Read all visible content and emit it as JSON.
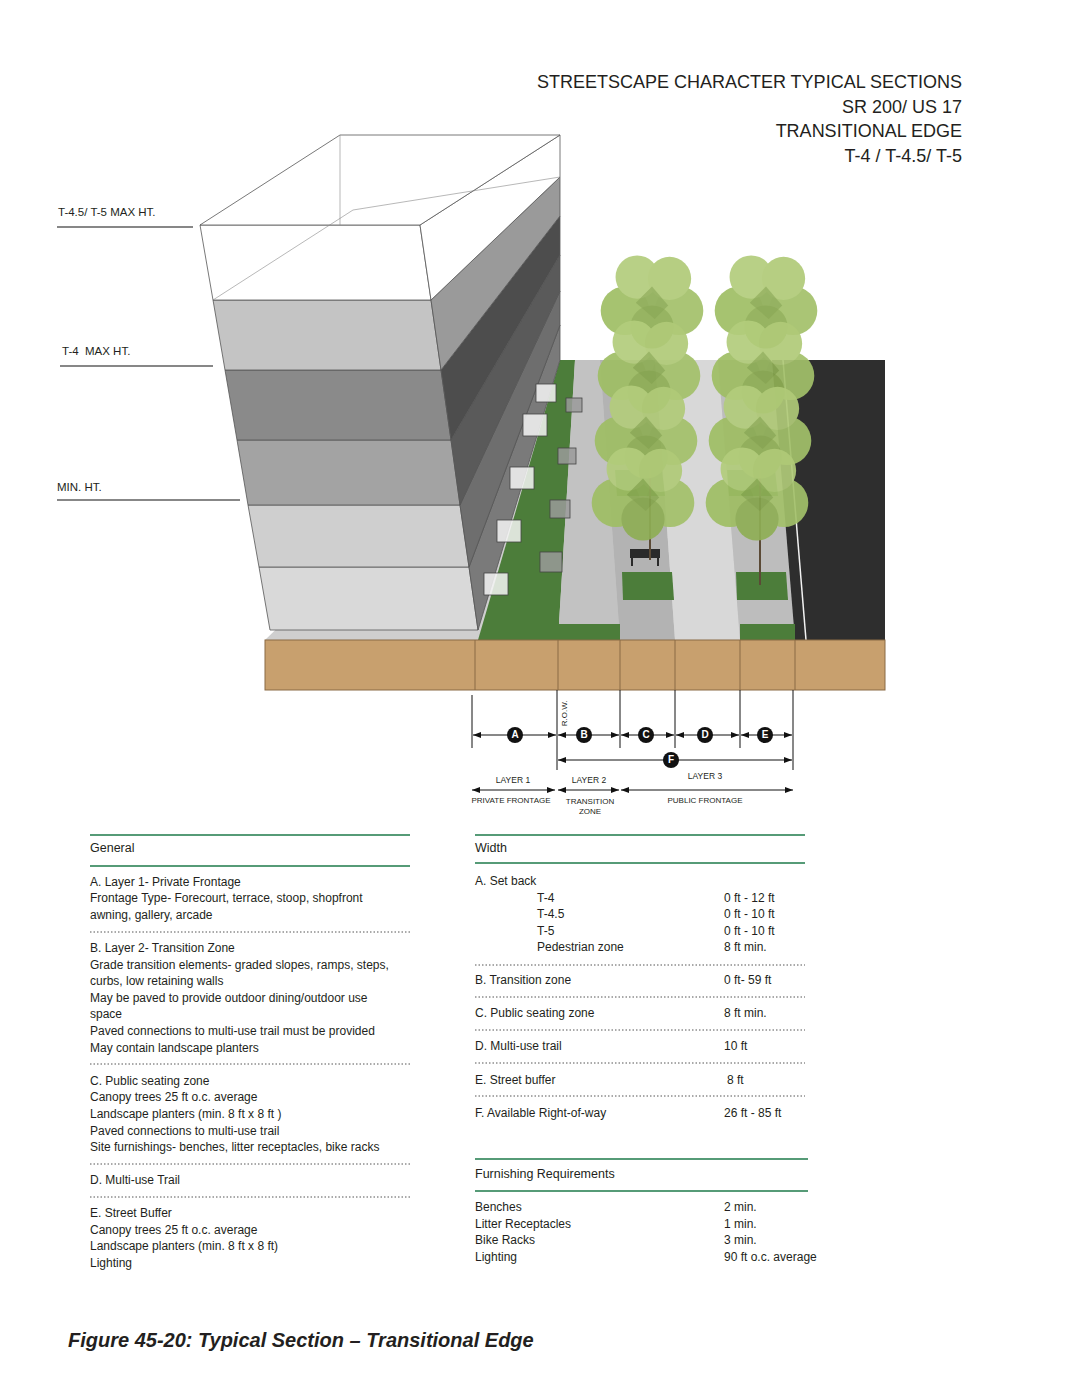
{
  "diagram": {
    "title": "STREETSCAPE CHARACTER TYPICAL SECTIONS",
    "caption": "Figure 45-20: Typical Section – Transitional Edge",
    "nodes": [
      {
        "text": [
          "A"
        ]
      },
      {
        "text": [
          "B"
        ]
      },
      {
        "text": [
          "C"
        ]
      },
      {
        "text": [
          "D"
        ]
      },
      {
        "text": [
          "E"
        ]
      },
      {
        "text": [
          "F"
        ]
      }
    ],
    "labels": [
      "SR 200/ US 17",
      "TRANSITIONAL EDGE",
      "T-4 / T-4.5/ T-5",
      "T-4.5/ T-5 MAX HT.",
      "T-4  MAX HT.",
      "MIN. HT.",
      "R.O.W.",
      "LAYER 1",
      "PRIVATE FRONTAGE",
      "LAYER 2",
      "TRANSITION ZONE",
      "LAYER 3",
      "PUBLIC FRONTAGE",
      "General",
      "A. Layer 1- Private Frontage",
      "Frontage Type- Forecourt, terrace, stoop, shopfront awning, gallery, arcade",
      "B. Layer 2- Transition Zone",
      "Grade transition elements- graded slopes, ramps, steps, curbs, low retaining walls",
      "May be paved to provide outdoor dining/outdoor use space",
      "Paved connections to multi-use trail must be provided",
      "May contain landscape planters",
      "C. Public seating zone",
      "Canopy trees 25 ft o.c. average",
      "Landscape planters (min. 8 ft x 8 ft )",
      "Paved connections to multi-use trail",
      "Site furnishings- benches, litter receptacles, bike racks",
      "D. Multi-use Trail",
      "E. Street Buffer",
      "Canopy trees 25 ft o.c. average",
      "Landscape planters (min. 8 ft x 8 ft)",
      "Lighting",
      "Width",
      "A. Set back",
      "T-4",
      "0 ft - 12 ft",
      "T-4.5",
      "0 ft - 10 ft",
      "T-5",
      "0 ft - 10 ft",
      "Pedestrian zone",
      "8 ft min.",
      "B. Transition zone",
      "0 ft- 59 ft",
      "C. Public seating zone",
      "8 ft min.",
      "D. Multi-use trail",
      "10 ft",
      "E. Street buffer",
      "8 ft",
      "F. Available Right-of-way",
      "26 ft - 85 ft",
      "Furnishing Requirements",
      "Benches",
      "2 min.",
      "Litter Receptacles",
      "1 min.",
      "Bike Racks",
      "3 min.",
      "Lighting",
      "90 ft o.c. average"
    ]
  }
}
